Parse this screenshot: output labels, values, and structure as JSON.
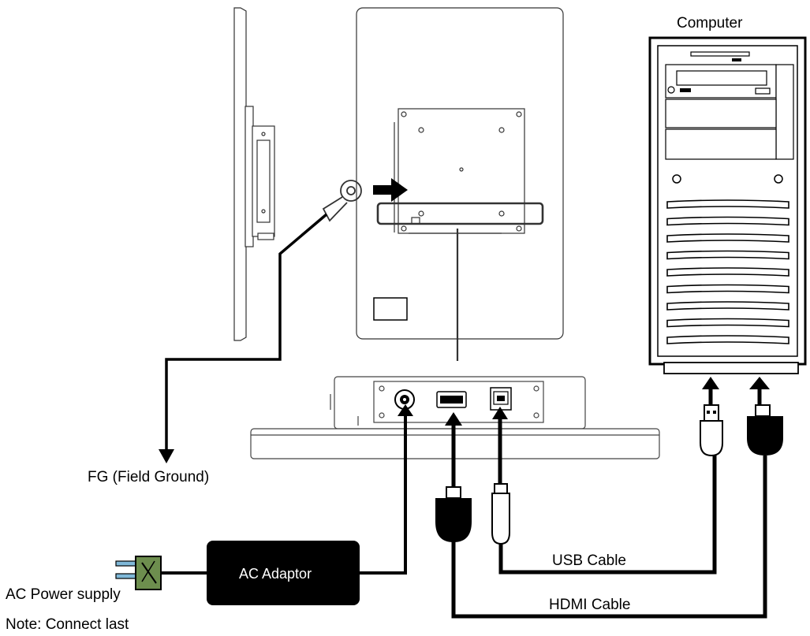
{
  "labels": {
    "computer": "Computer",
    "fg": "FG (Field Ground)",
    "ac_adaptor": "AC Adaptor",
    "ac_power": "AC Power supply",
    "note": "Note: Connect last",
    "usb_cable": "USB Cable",
    "hdmi_cable": "HDMI Cable"
  },
  "colors": {
    "line": "#000000",
    "outline": "#4d4d4d",
    "plug_green": "#6d8e4e",
    "plug_prong": "#7fb8d8"
  }
}
